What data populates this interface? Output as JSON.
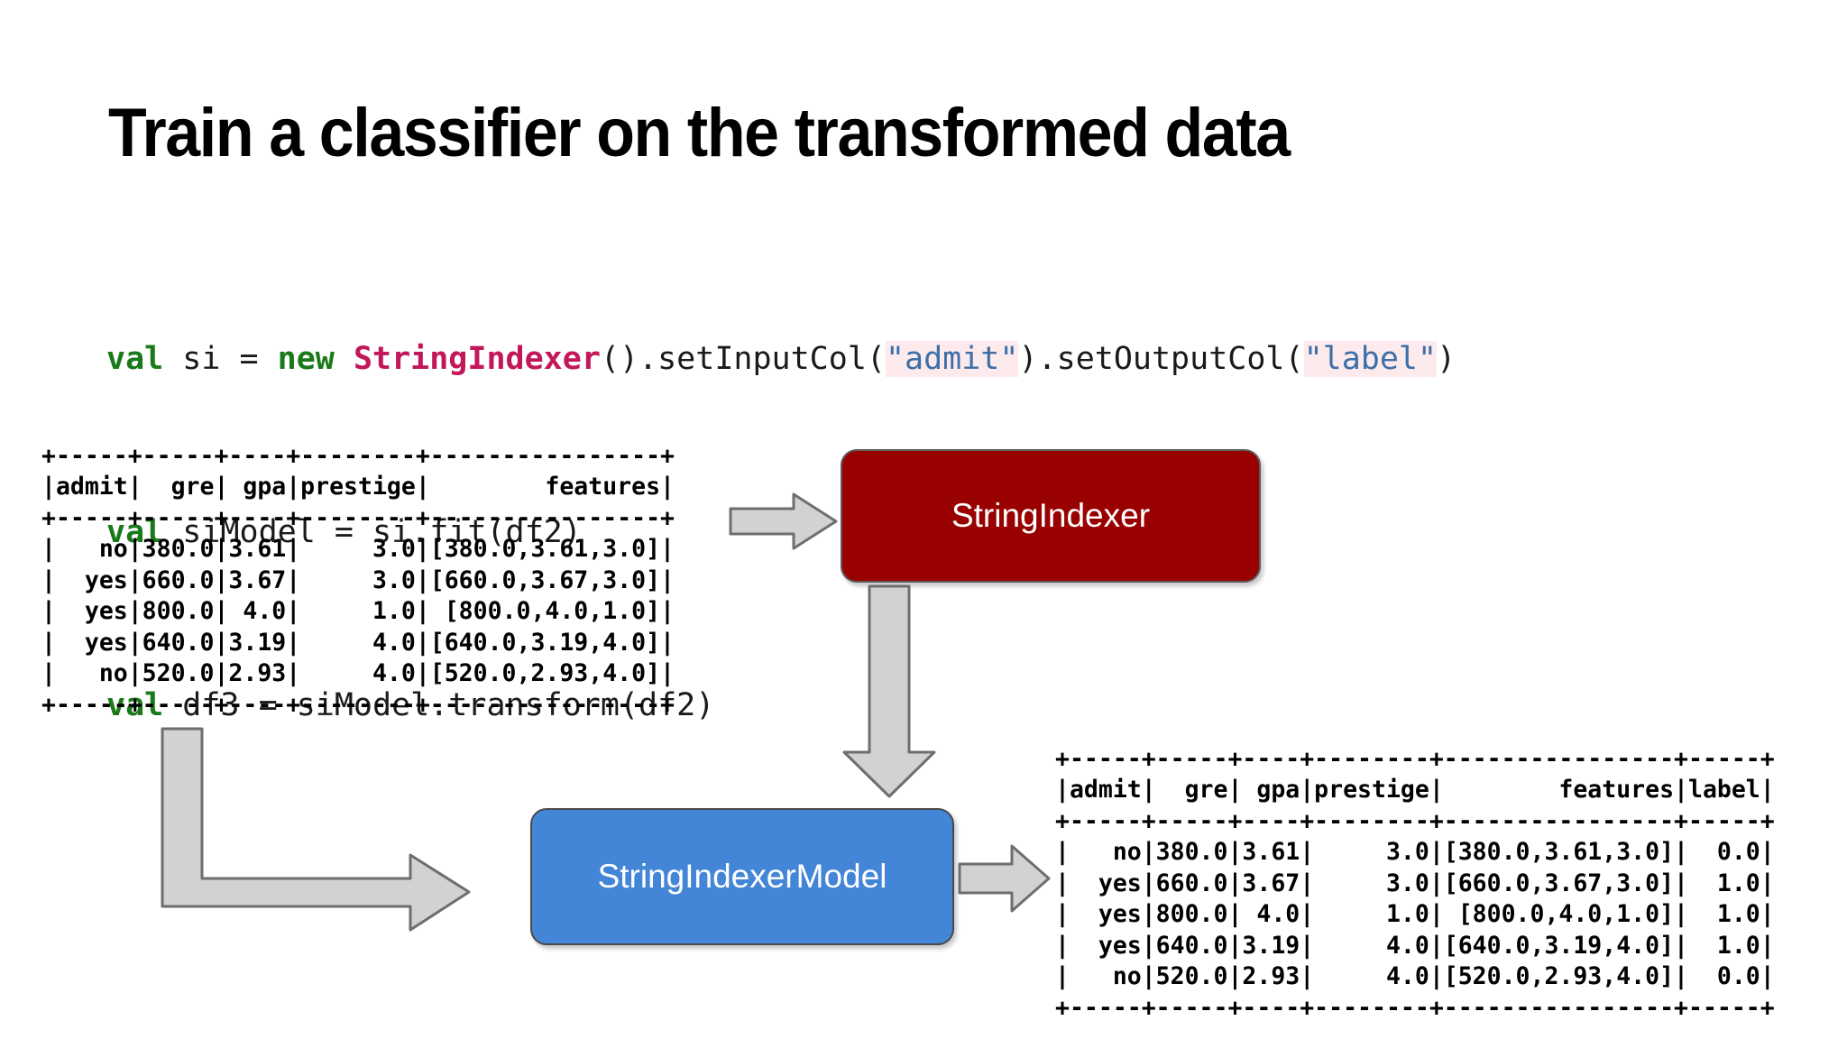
{
  "slide": {
    "title": "Train a classifier on the transformed data"
  },
  "code": {
    "language": "scala",
    "lines": [
      {
        "tokens": [
          {
            "t": "val",
            "k": "kw"
          },
          {
            "t": " si = ",
            "k": "plain"
          },
          {
            "t": "new",
            "k": "kw"
          },
          {
            "t": " ",
            "k": "plain"
          },
          {
            "t": "StringIndexer",
            "k": "cls"
          },
          {
            "t": "().setInputCol(",
            "k": "plain"
          },
          {
            "t": "\"admit\"",
            "k": "str"
          },
          {
            "t": ").setOutputCol(",
            "k": "plain"
          },
          {
            "t": "\"label\"",
            "k": "str"
          },
          {
            "t": ")",
            "k": "plain"
          }
        ]
      },
      {
        "tokens": [
          {
            "t": "val",
            "k": "kw"
          },
          {
            "t": " siModel = si.fit(df2)",
            "k": "plain"
          }
        ]
      },
      {
        "tokens": [
          {
            "t": "val",
            "k": "kw"
          },
          {
            "t": " df3 = siModel.transform(df2)",
            "k": "plain"
          }
        ]
      }
    ]
  },
  "table_input": {
    "name": "df2",
    "columns": [
      "admit",
      "gre",
      "gpa",
      "prestige",
      "features"
    ],
    "rows": [
      [
        "no",
        "380.0",
        "3.61",
        "3.0",
        "[380.0,3.61,3.0]"
      ],
      [
        "yes",
        "660.0",
        "3.67",
        "3.0",
        "[660.0,3.67,3.0]"
      ],
      [
        "yes",
        "800.0",
        "4.0",
        "1.0",
        "[800.0,4.0,1.0]"
      ],
      [
        "yes",
        "640.0",
        "3.19",
        "4.0",
        "[640.0,3.19,4.0]"
      ],
      [
        "no",
        "520.0",
        "2.93",
        "4.0",
        "[520.0,2.93,4.0]"
      ]
    ],
    "text": "+-----+-----+----+--------+----------------+\n|admit|  gre| gpa|prestige|        features|\n+-----+-----+----+--------+----------------+\n|   no|380.0|3.61|     3.0|[380.0,3.61,3.0]|\n|  yes|660.0|3.67|     3.0|[660.0,3.67,3.0]|\n|  yes|800.0| 4.0|     1.0| [800.0,4.0,1.0]|\n|  yes|640.0|3.19|     4.0|[640.0,3.19,4.0]|\n|   no|520.0|2.93|     4.0|[520.0,2.93,4.0]|\n+-----+-----+----+--------+----------------+"
  },
  "table_output": {
    "name": "df3",
    "columns": [
      "admit",
      "gre",
      "gpa",
      "prestige",
      "features",
      "label"
    ],
    "rows": [
      [
        "no",
        "380.0",
        "3.61",
        "3.0",
        "[380.0,3.61,3.0]",
        "0.0"
      ],
      [
        "yes",
        "660.0",
        "3.67",
        "3.0",
        "[660.0,3.67,3.0]",
        "1.0"
      ],
      [
        "yes",
        "800.0",
        "4.0",
        "1.0",
        "[800.0,4.0,1.0]",
        "1.0"
      ],
      [
        "yes",
        "640.0",
        "3.19",
        "4.0",
        "[640.0,3.19,4.0]",
        "1.0"
      ],
      [
        "no",
        "520.0",
        "2.93",
        "4.0",
        "[520.0,2.93,4.0]",
        "0.0"
      ]
    ],
    "text": "+-----+-----+----+--------+----------------+-----+\n|admit|  gre| gpa|prestige|        features|label|\n+-----+-----+----+--------+----------------+-----+\n|   no|380.0|3.61|     3.0|[380.0,3.61,3.0]|  0.0|\n|  yes|660.0|3.67|     3.0|[660.0,3.67,3.0]|  1.0|\n|  yes|800.0| 4.0|     1.0| [800.0,4.0,1.0]|  1.0|\n|  yes|640.0|3.19|     4.0|[640.0,3.19,4.0]|  1.0|\n|   no|520.0|2.93|     4.0|[520.0,2.93,4.0]|  0.0|\n+-----+-----+----+--------+----------------+-----+"
  },
  "nodes": {
    "stringindexer": {
      "label": "StringIndexer",
      "fill": "#990000",
      "text_color": "#ffffff"
    },
    "stringindexermodel": {
      "label": "StringIndexerModel",
      "fill": "#4385d6",
      "text_color": "#ffffff"
    }
  },
  "arrows": {
    "fill": "#d2d2d2",
    "stroke": "#6e6e6e",
    "items": [
      {
        "name": "arrow-table-to-si",
        "direction": "right"
      },
      {
        "name": "arrow-si-down",
        "direction": "down"
      },
      {
        "name": "arrow-elbow-left",
        "direction": "elbow-down-right"
      },
      {
        "name": "arrow-model-to-table",
        "direction": "right"
      }
    ]
  }
}
